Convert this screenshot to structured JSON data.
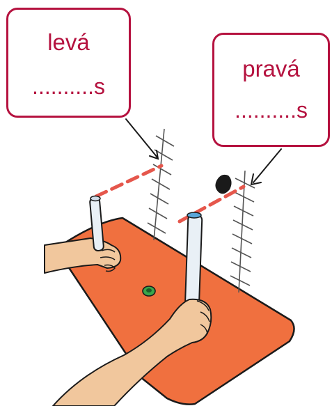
{
  "callouts": {
    "left": {
      "label": "levá",
      "placeholder": "..........s"
    },
    "right": {
      "label": "pravá",
      "placeholder": "..........s"
    }
  },
  "colors": {
    "accent": "#b5123f",
    "mat": "#f0703f",
    "dash": "#e5574c",
    "skin": "#f1c79d",
    "blob": "#1a1a1a",
    "coin": "#3aa64b"
  }
}
